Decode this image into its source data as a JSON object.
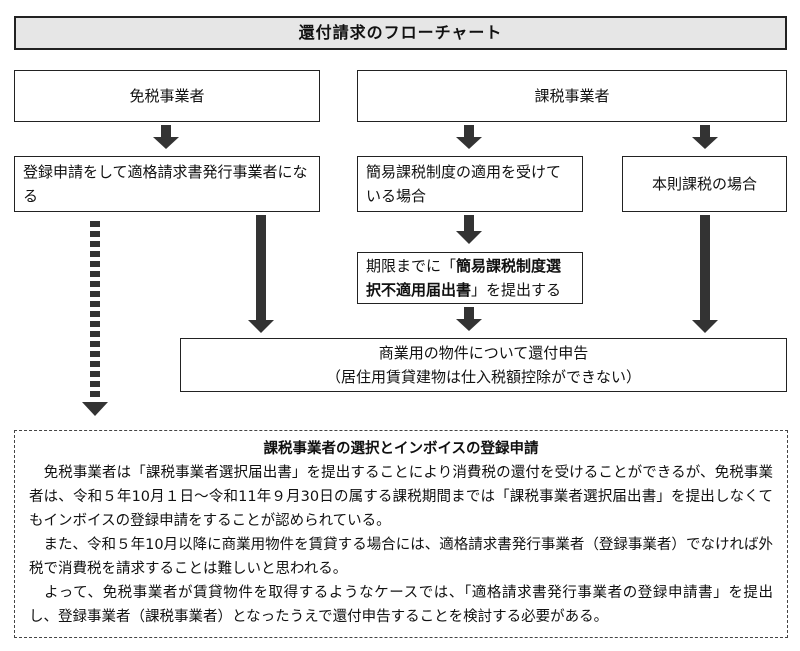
{
  "title": "還付請求のフローチャート",
  "boxes": {
    "exempt": "免税事業者",
    "taxable": "課税事業者",
    "register": "登録申請をして適格請求書発行事業者になる",
    "simplified": "簡易課税制度の適用を受けている場合",
    "principle": "本則課税の場合",
    "deadline_pre": "期限までに「",
    "deadline_bold": "簡易課税制度選択不適用届出書",
    "deadline_post": "」を提出する",
    "refund_line1": "商業用の物件について還付申告",
    "refund_line2": "（居住用賃貸建物は仕入税額控除ができない）"
  },
  "note": {
    "title": "課税事業者の選択とインボイスの登録申請",
    "p1": "免税事業者は「課税事業者選択届出書」を提出することにより消費税の還付を受けることができるが、免税事業者は、令和５年10月１日～令和11年９月30日の属する課税期間までは「課税事業者選択届出書」を提出しなくてもインボイスの登録申請をすることが認められている。",
    "p2": "また、令和５年10月以降に商業用物件を賃貸する場合には、適格請求書発行事業者（登録事業者）でなければ外税で消費税を請求することは難しいと思われる。",
    "p3": "よって、免税事業者が賃貸物件を取得するようなケースでは、「適格請求書発行事業者の登録申請書」を提出し、登録事業者（課税事業者）となったうえで還付申告することを検討する必要がある。"
  }
}
